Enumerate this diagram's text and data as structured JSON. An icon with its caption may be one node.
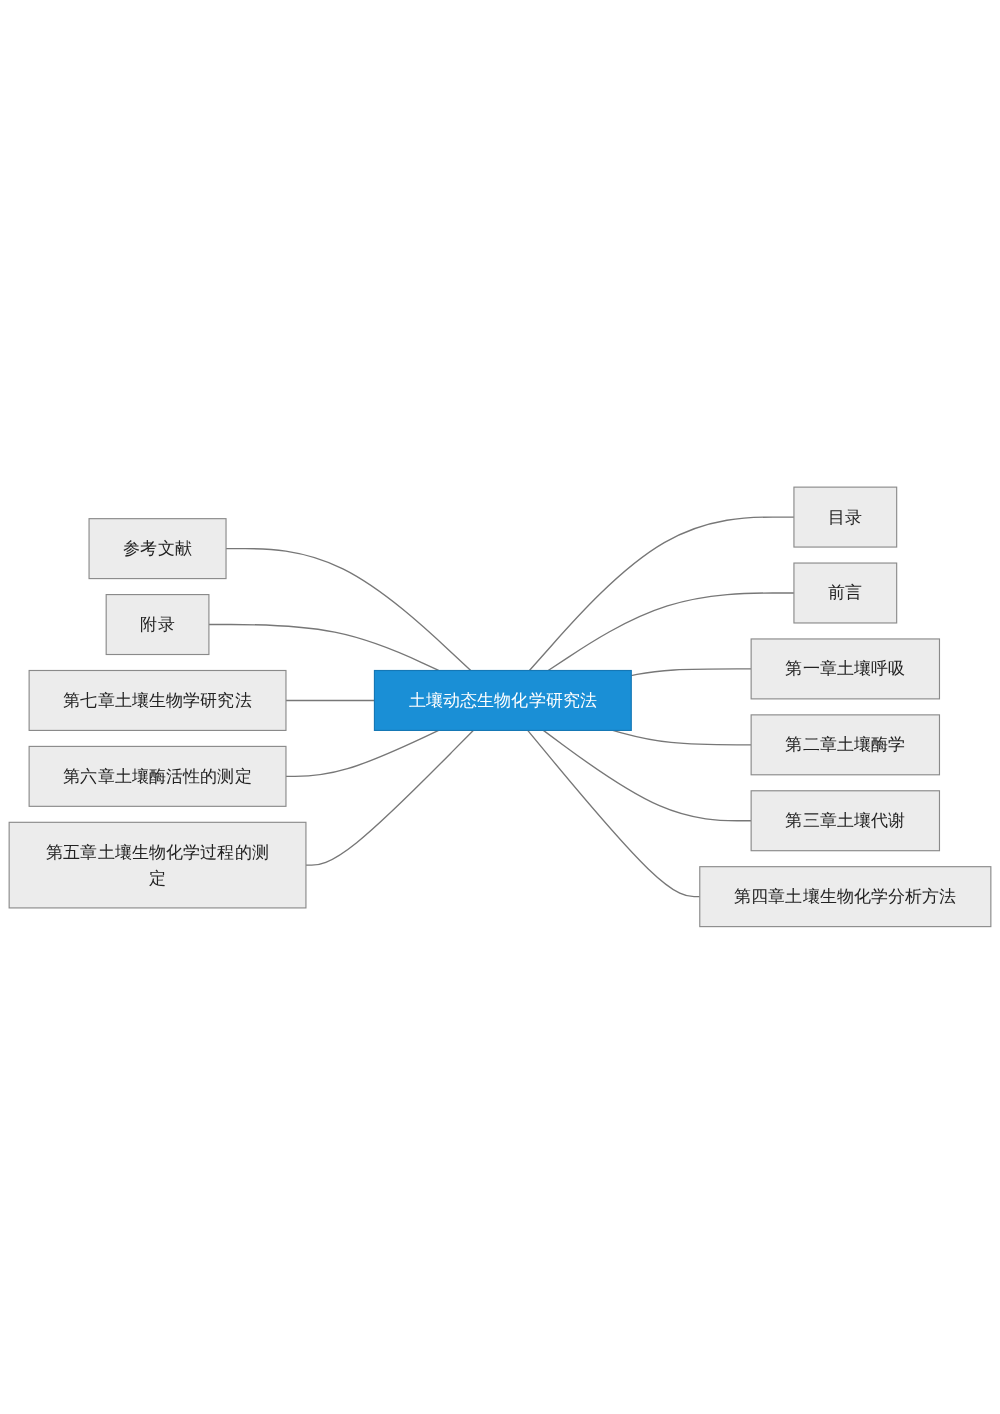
{
  "diagram": {
    "nodes": [
      {
        "text": [
          "土壤动态生物化学研究法"
        ]
      },
      {
        "text": [
          "参考文献"
        ]
      },
      {
        "text": [
          "附录"
        ]
      },
      {
        "text": [
          "第七章土壤生物学研究法"
        ]
      },
      {
        "text": [
          "第六章土壤酶活性的测定"
        ]
      },
      {
        "text": [
          "第五章土壤生物化学过程的测定"
        ]
      },
      {
        "text": [
          "目录"
        ]
      },
      {
        "text": [
          "前言"
        ]
      },
      {
        "text": [
          "第一章土壤呼吸"
        ]
      },
      {
        "text": [
          "第二章土壤酶学"
        ]
      },
      {
        "text": [
          "第三章土壤代谢"
        ]
      },
      {
        "text": [
          "第四章土壤生物化学分析方法"
        ]
      }
    ],
    "edges": [
      {
        "from": 1,
        "to": 0,
        "arrow": "none"
      },
      {
        "from": 2,
        "to": 0,
        "arrow": "none"
      },
      {
        "from": 3,
        "to": 0,
        "arrow": "none"
      },
      {
        "from": 4,
        "to": 0,
        "arrow": "none"
      },
      {
        "from": 5,
        "to": 0,
        "arrow": "none"
      },
      {
        "from": 0,
        "to": 6,
        "arrow": "none"
      },
      {
        "from": 0,
        "to": 7,
        "arrow": "none"
      },
      {
        "from": 0,
        "to": 8,
        "arrow": "none"
      },
      {
        "from": 0,
        "to": 9,
        "arrow": "none"
      },
      {
        "from": 0,
        "to": 10,
        "arrow": "none"
      },
      {
        "from": 0,
        "to": 11,
        "arrow": "none"
      }
    ]
  }
}
